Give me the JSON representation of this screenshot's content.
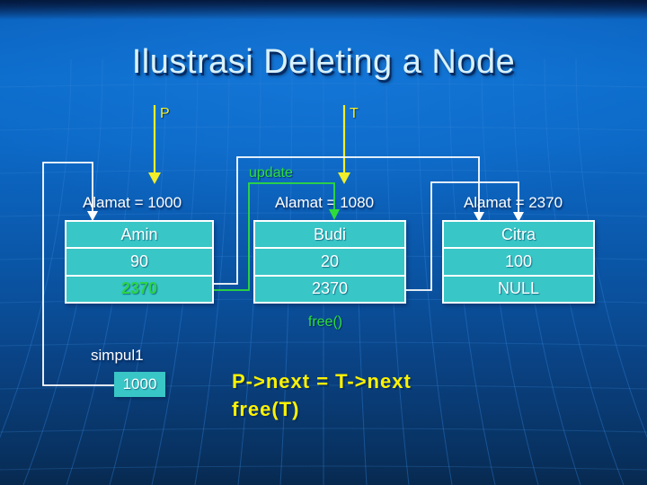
{
  "slide": {
    "title": "Ilustrasi Deleting a Node",
    "pointers": {
      "p": "P",
      "t": "T"
    },
    "labels": {
      "update": "update",
      "free": "free()",
      "simpul1": "simpul1",
      "head_value": "1000"
    },
    "nodes": [
      {
        "address_label": "Alamat = 1000",
        "name": "Amin",
        "value": "90",
        "next": "2370",
        "next_highlight": "green"
      },
      {
        "address_label": "Alamat = 1080",
        "name": "Budi",
        "value": "20",
        "next": "2370",
        "next_highlight": "none"
      },
      {
        "address_label": "Alamat = 2370",
        "name": "Citra",
        "value": "100",
        "next": "NULL",
        "next_highlight": "none"
      }
    ],
    "code": {
      "line1": "P->next = T->next",
      "line2": "free(T)"
    },
    "colors": {
      "accent_yellow": "#f2ee2a",
      "code_yellow": "#fff200",
      "accent_green": "#2fdd3a",
      "accent_green_dark": "#2bd348",
      "cell_teal": "#38c6c6",
      "title_text": "#d9f1fa",
      "line_white": "#ffffff",
      "bg_top": "#0d6dcb",
      "bg_bottom": "#07294f"
    }
  }
}
